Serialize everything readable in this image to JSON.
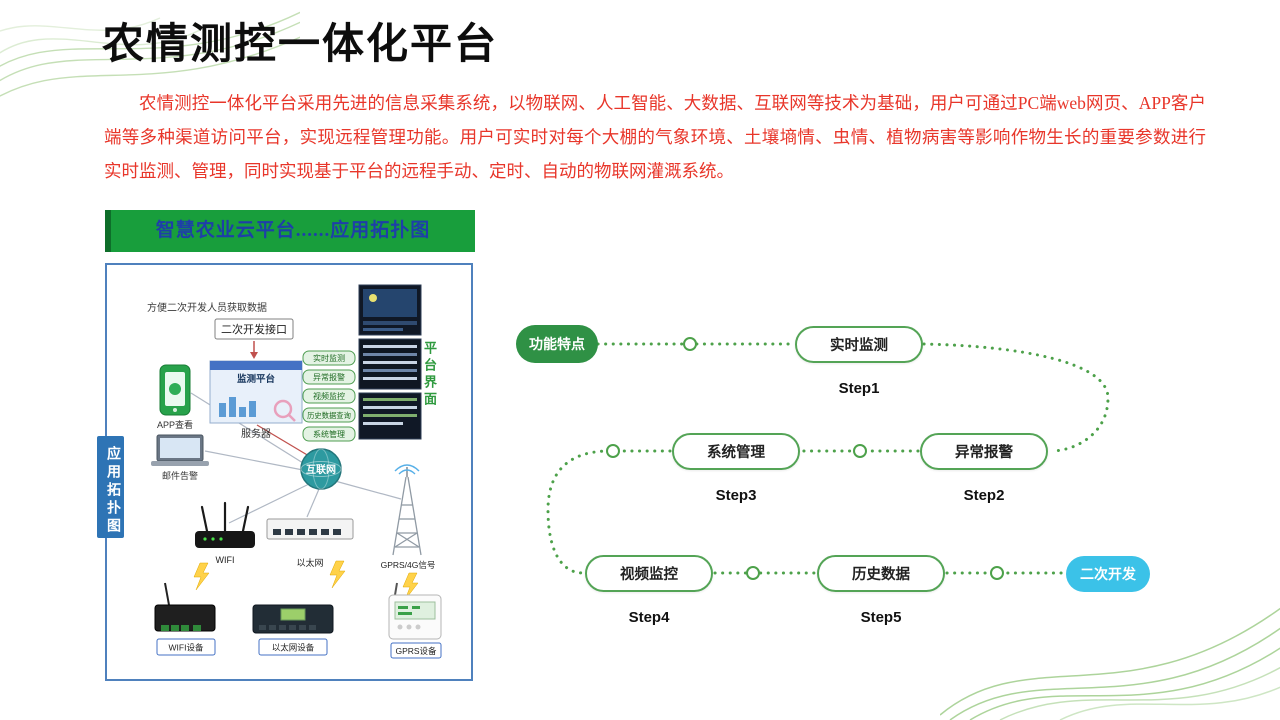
{
  "page": {
    "title": "农情测控一体化平台",
    "intro": "农情测控一体化平台采用先进的信息采集系统，以物联网、人工智能、大数据、互联网等技术为基础，用户可通过PC端web网页、APP客户端等多种渠道访问平台，实现远程管理功能。用户可实时对每个大棚的气象环境、土壤墒情、虫情、植物病害等影响作物生长的重要参数进行实时监测、管理，同时实现基于平台的远程手动、定时、自动的物联网灌溉系统。"
  },
  "topology": {
    "header": "智慧农业云平台......应用拓扑图",
    "side_label": "应用拓扑图",
    "ui_label": "平台界面",
    "dev_note": "方便二次开发人员获取数据",
    "dev_interface": "二次开发接口",
    "platform": "监测平台",
    "server": "服务器",
    "menu": [
      "实时监测",
      "异常报警",
      "视频监控",
      "历史数据查询",
      "系统管理"
    ],
    "internet": "互联网",
    "app_view": "APP查看",
    "mail_alert": "邮件告警",
    "wifi": "WIFI",
    "ethernet": "以太网",
    "gprs_signal": "GPRS/4G信号",
    "wifi_device": "WIFI设备",
    "ethernet_device": "以太网设备",
    "gprs_device": "GPRS设备"
  },
  "flow": {
    "start": {
      "label": "功能特点"
    },
    "end": {
      "label": "二次开发"
    },
    "steps": [
      {
        "label": "实时监测",
        "step": "Step1"
      },
      {
        "label": "异常报警",
        "step": "Step2"
      },
      {
        "label": "系统管理",
        "step": "Step3"
      },
      {
        "label": "视频监控",
        "step": "Step4"
      },
      {
        "label": "历史数据",
        "step": "Step5"
      }
    ]
  },
  "colors": {
    "accent_green": "#2f9145",
    "pill_border_green": "#54a456",
    "accent_cyan": "#3bc2e8",
    "header_green": "#189e3c",
    "header_text_blue": "#1e3fa8",
    "body_red": "#e8362a",
    "side_label_blue": "#2e74b5",
    "dotted_line_green": "#4da14a"
  }
}
